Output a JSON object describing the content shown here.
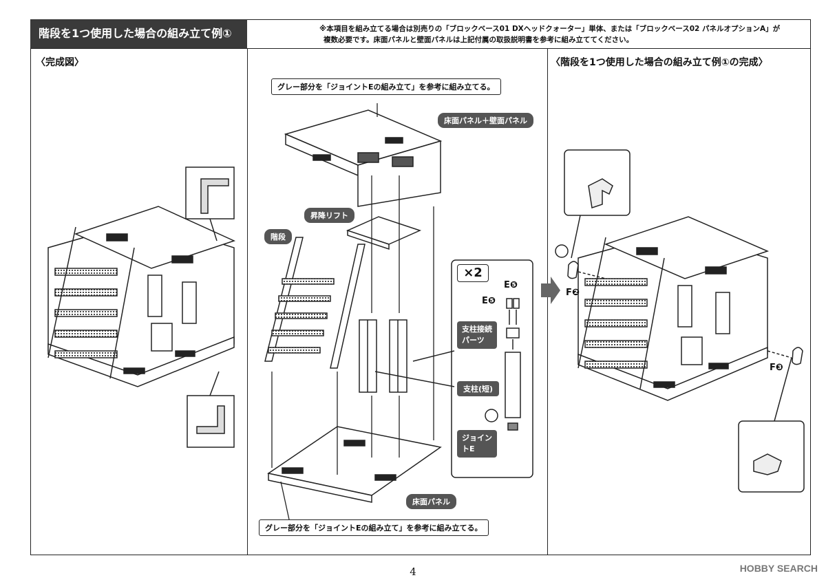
{
  "header": {
    "title": "階段を1つ使用した場合の組み立て例①",
    "note_line1": "※本項目を組み立てる場合は別売りの「ブロックベース01 DXヘッドクォーター」単体、または「ブロックベース02 パネルオプションA」が",
    "note_line2": "複数必要です。床面パネルと壁面パネルは上記付属の取扱説明書を参考に組み立ててください。"
  },
  "left": {
    "label": "〈完成図〉"
  },
  "middle": {
    "callout_top": "グレー部分を「ジョイントEの組み立て」を参考に組み立てる。",
    "callout_bottom": "グレー部分を「ジョイントEの組み立て」を参考に組み立てる。",
    "tag_floor_wall": "床面パネル＋壁面パネル",
    "tag_lift": "昇降リフト",
    "tag_stairs": "階段",
    "tag_floor": "床面パネル",
    "tag_connector": "支柱接続パーツ",
    "tag_pillar": "支柱(短)",
    "tag_joint": "ジョイントE",
    "multiplier": "×2",
    "part_e5_a": "E❺",
    "part_e5_b": "E❺"
  },
  "right": {
    "label": "〈階段を1つ使用した場合の組み立て例①の完成〉",
    "part_f2": "F❷",
    "part_f3": "F❸"
  },
  "footer": {
    "page": "4",
    "watermark": "HOBBY SEARCH"
  }
}
